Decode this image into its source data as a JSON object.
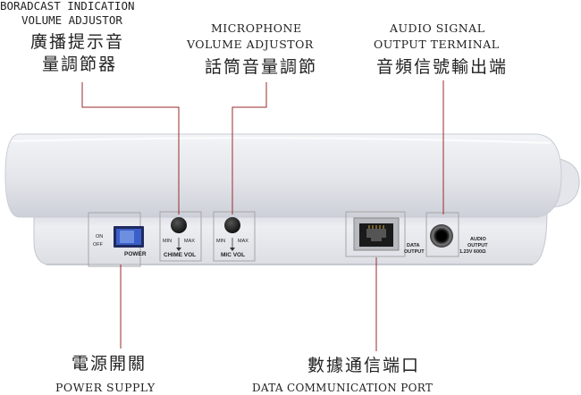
{
  "top_labels": {
    "broadcast": {
      "en_line1": "BORADCAST INDICATION",
      "en_line2": "VOLUME ADJUSTOR",
      "zh_line1": "廣播提示音",
      "zh_line2": "量調節器"
    },
    "microphone": {
      "en_line1": "MICROPHONE",
      "en_line2": "VOLUME ADJUSTOR",
      "zh": "話筒音量調節"
    },
    "audio_output": {
      "en_line1": "AUDIO SIGNAL",
      "en_line2": "OUTPUT TERMINAL",
      "zh": "音頻信號輸出端"
    }
  },
  "bottom_labels": {
    "power": {
      "zh": "電源開關",
      "en": "POWER SUPPLY"
    },
    "data_port": {
      "zh": "數據通信端口",
      "en": "DATA COMMUNICATION PORT"
    }
  },
  "panel": {
    "switch_on": "ON",
    "switch_off": "OFF",
    "switch_caption": "POWER",
    "chime_min": "MIN",
    "chime_max": "MAX",
    "chime_caption": "CHIME VOL",
    "mic_min": "MIN",
    "mic_max": "MAX",
    "mic_caption": "MIC VOL",
    "data_caption_1": "DATA",
    "data_caption_2": "OUTPUT",
    "audio_caption_1": "AUDIO",
    "audio_caption_2": "OUTPUT",
    "audio_caption_3": "1.23V 600Ω"
  },
  "colors": {
    "device_body": "#e6e7ec",
    "device_shadow": "#c8cad2",
    "leader_line": "#9a2a2a",
    "switch_blue": "#3a5fc8",
    "knob": "#1e1e1e"
  }
}
